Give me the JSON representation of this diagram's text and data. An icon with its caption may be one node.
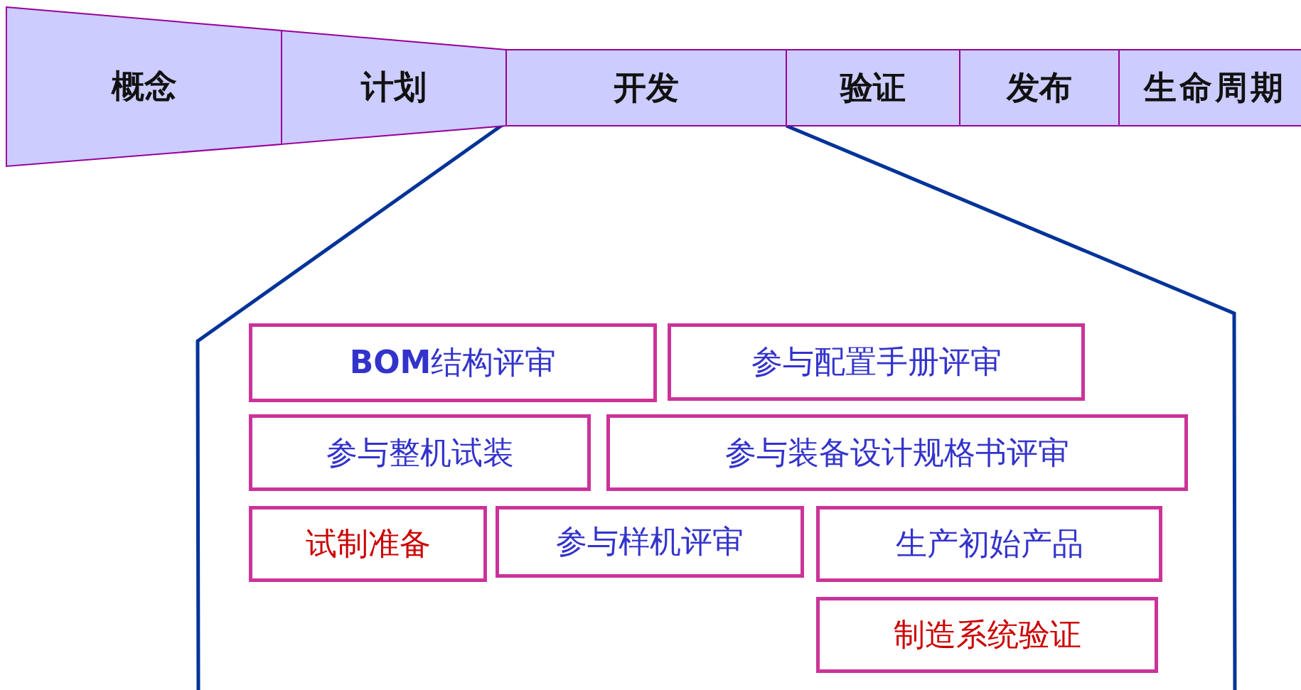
{
  "diagram": {
    "nodes": [
      {
        "text": [
          "概念"
        ]
      },
      {
        "text": [
          "计划"
        ]
      },
      {
        "text": [
          "开发"
        ]
      },
      {
        "text": [
          "验证"
        ]
      },
      {
        "text": [
          "发布"
        ]
      },
      {
        "text": [
          "生命周期"
        ]
      },
      {
        "text": [
          "**BOM**结构评审"
        ]
      },
      {
        "text": [
          "参与配置手册评审"
        ]
      },
      {
        "text": [
          "参与整机试装"
        ]
      },
      {
        "text": [
          "参与装备设计规格书评审"
        ]
      },
      {
        "text": [
          "试制准备"
        ]
      },
      {
        "text": [
          "参与样机评审"
        ]
      },
      {
        "text": [
          "生产初始产品"
        ]
      },
      {
        "text": [
          "制造系统验证"
        ]
      }
    ]
  }
}
